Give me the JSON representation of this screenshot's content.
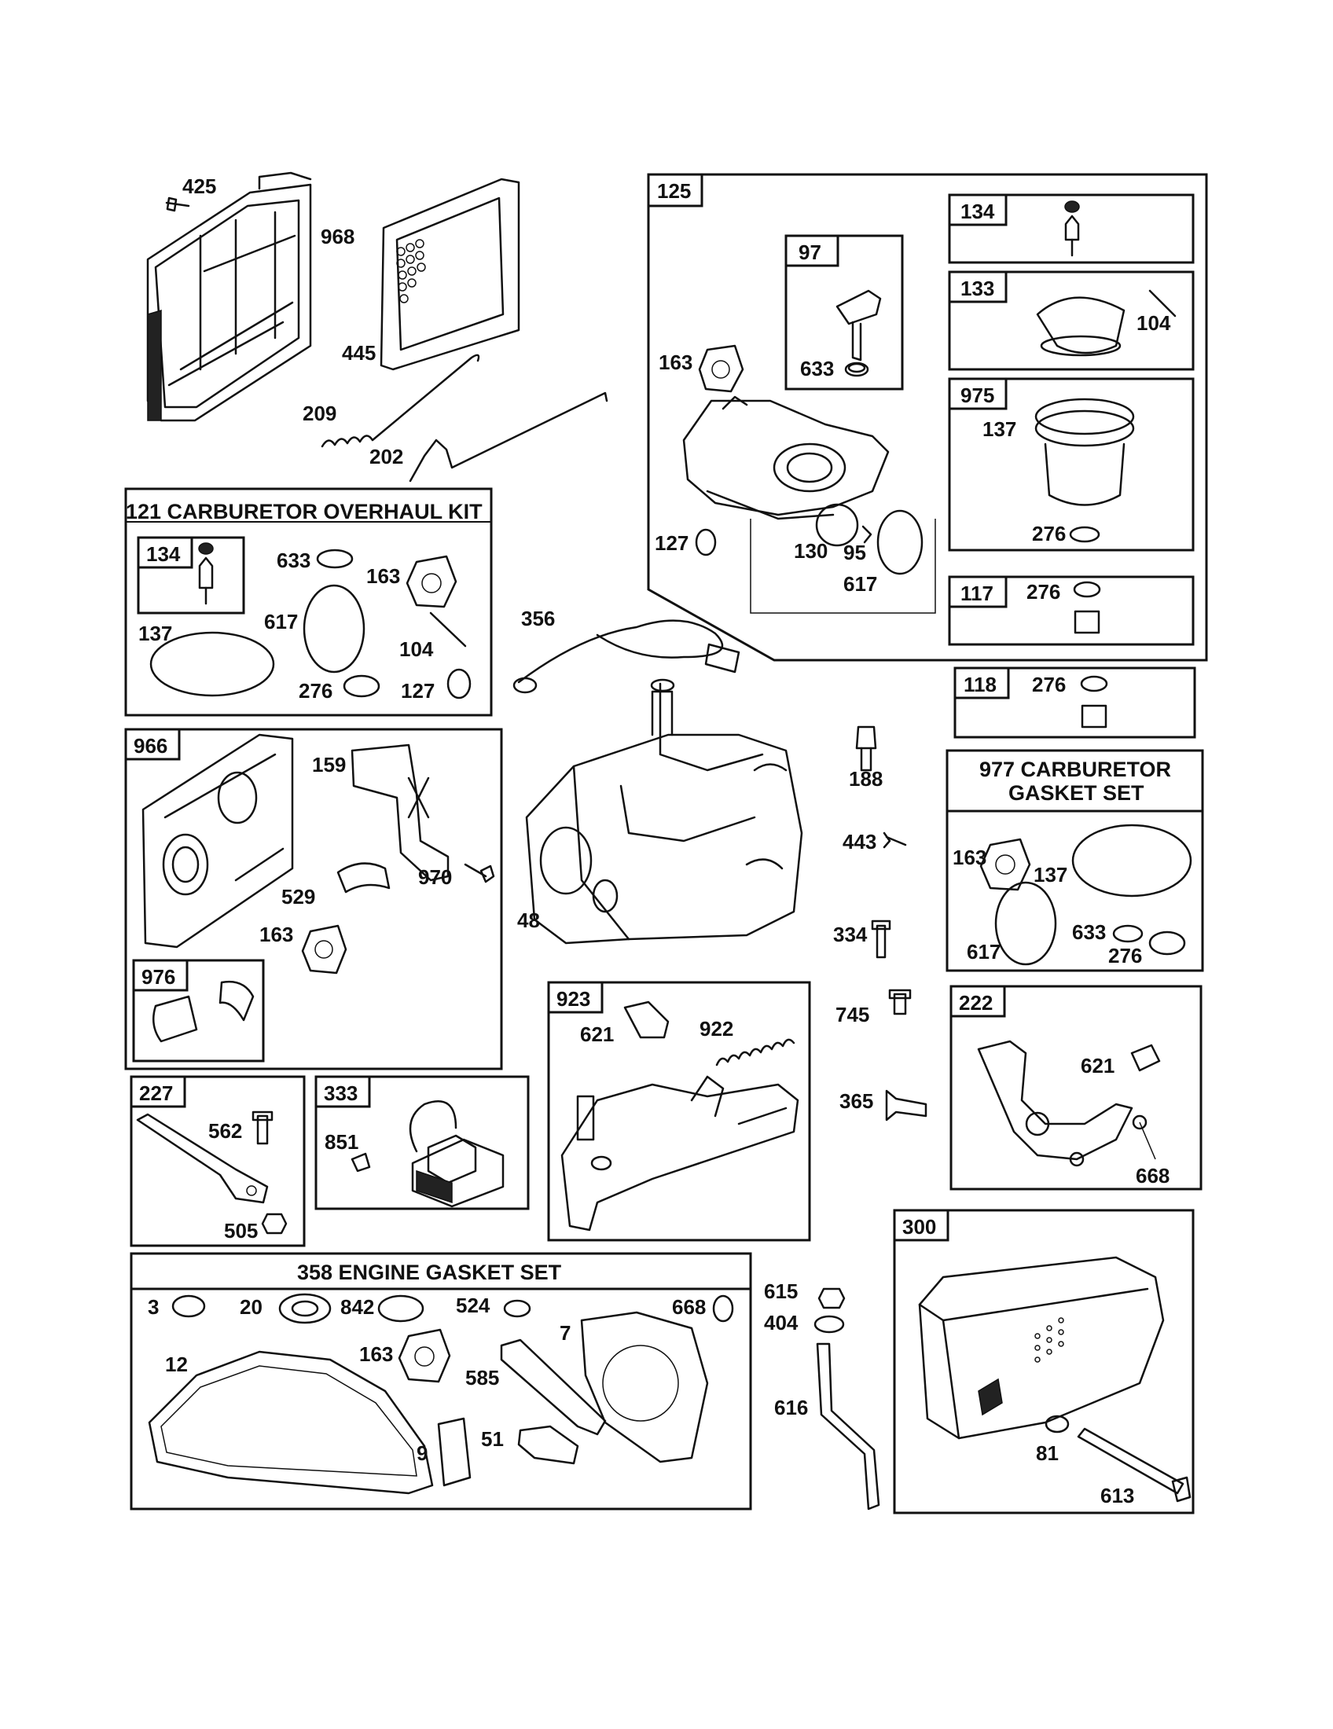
{
  "titles": {
    "overhaul_kit": "121 CARBURETOR OVERHAUL KIT",
    "gasket_set_line1": "977 CARBURETOR",
    "gasket_set_line2": "GASKET SET",
    "engine_gasket_set": "358 ENGINE GASKET SET"
  },
  "box_tags": {
    "carb": "125",
    "float_valve": "134",
    "throttle": "97",
    "float": "133",
    "bowl": "975",
    "screw117": "117",
    "screw118": "118",
    "kit_float_valve": "134",
    "cover": "966",
    "primer": "976",
    "link": "227",
    "coil": "333",
    "governor": "923",
    "bracket": "222",
    "muffler": "300"
  },
  "labels": {
    "p425": "425",
    "p968": "968",
    "p445": "445",
    "p209": "209",
    "p202": "202",
    "p163a": "163",
    "p633a": "633",
    "p127a": "127",
    "p130": "130",
    "p95": "95",
    "p617a": "617",
    "p104a": "104",
    "p137a": "137",
    "p276a": "276",
    "p276b": "276",
    "p276c": "276",
    "k633": "633",
    "k163": "163",
    "k617": "617",
    "k137": "137",
    "k104": "104",
    "k276": "276",
    "k127": "127",
    "p356": "356",
    "p188": "188",
    "p443": "443",
    "p334": "334",
    "p745": "745",
    "p365": "365",
    "p48": "48",
    "p159": "159",
    "p529": "529",
    "p970": "970",
    "p163b": "163",
    "g163": "163",
    "g137": "137",
    "g617": "617",
    "g633": "633",
    "g276": "276",
    "p621a": "621",
    "p922": "922",
    "p621b": "621",
    "p668a": "668",
    "p562": "562",
    "p505": "505",
    "p851": "851",
    "e3": "3",
    "e20": "20",
    "e842": "842",
    "e524": "524",
    "e668": "668",
    "e7": "7",
    "e12": "12",
    "e163": "163",
    "e585": "585",
    "e9": "9",
    "e51": "51",
    "p615": "615",
    "p404": "404",
    "p616": "616",
    "p81": "81",
    "p613": "613"
  }
}
